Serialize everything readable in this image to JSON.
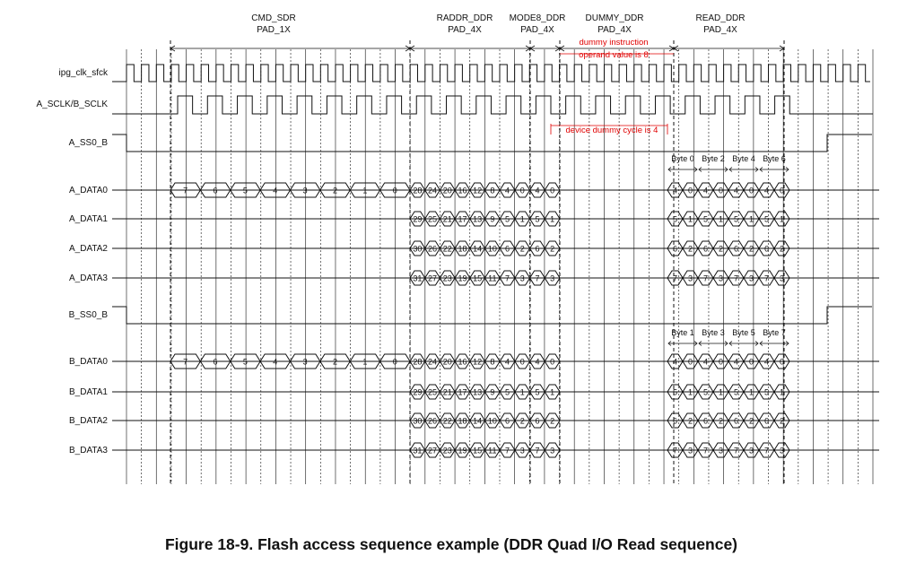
{
  "phases": [
    {
      "name": "CMD_SDR",
      "pad": "PAD_1X"
    },
    {
      "name": "RADDR_DDR",
      "pad": "PAD_4X"
    },
    {
      "name": "MODE8_DDR",
      "pad": "PAD_4X"
    },
    {
      "name": "DUMMY_DDR",
      "pad": "PAD_4X"
    },
    {
      "name": "READ_DDR",
      "pad": "PAD_4X"
    }
  ],
  "notes": {
    "dummy_instruction_line1": "dummy instruction",
    "dummy_instruction_line2": "operand value is 8",
    "device_dummy": "device dummy cycle is 4"
  },
  "signals": [
    "ipg_clk_sfck",
    "A_SCLK/B_SCLK",
    "A_SS0_B",
    "A_DATA0",
    "A_DATA1",
    "A_DATA2",
    "A_DATA3",
    "B_SS0_B",
    "B_DATA0",
    "B_DATA1",
    "B_DATA2",
    "B_DATA3"
  ],
  "cmd_values": [
    "7",
    "6",
    "5",
    "4",
    "3",
    "2",
    "1",
    "0"
  ],
  "data_values": {
    "DATA0": [
      "28",
      "24",
      "20",
      "16",
      "12",
      "8",
      "4",
      "0",
      "4",
      "0"
    ],
    "DATA1": [
      "29",
      "25",
      "21",
      "17",
      "13",
      "9",
      "5",
      "1",
      "5",
      "1"
    ],
    "DATA2": [
      "30",
      "26",
      "22",
      "18",
      "14",
      "10",
      "6",
      "2",
      "6",
      "2"
    ],
    "DATA3": [
      "31",
      "27",
      "23",
      "19",
      "15",
      "11",
      "7",
      "3",
      "7",
      "3"
    ]
  },
  "read_values": {
    "DATA0": [
      "4",
      "0",
      "4",
      "0",
      "4",
      "0",
      "4",
      "0"
    ],
    "DATA1": [
      "5",
      "1",
      "5",
      "1",
      "5",
      "1",
      "5",
      "1"
    ],
    "DATA2": [
      "6",
      "2",
      "6",
      "2",
      "6",
      "2",
      "6",
      "2"
    ],
    "DATA3": [
      "7",
      "3",
      "7",
      "3",
      "7",
      "3",
      "7",
      "3"
    ]
  },
  "bytes_a": [
    "Byte 0",
    "Byte 2",
    "Byte 4",
    "Byte 6"
  ],
  "bytes_b": [
    "Byte 1",
    "Byte 3",
    "Byte 5",
    "Byte 7"
  ],
  "caption": "Figure 18-9. Flash access sequence example (DDR Quad I/O Read sequence)"
}
